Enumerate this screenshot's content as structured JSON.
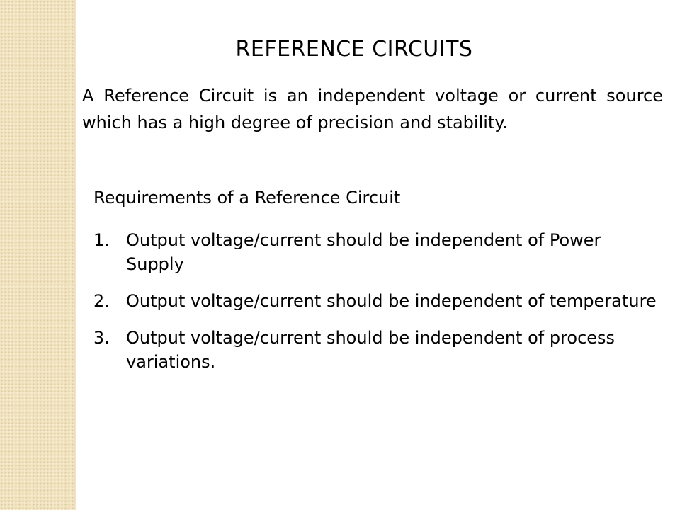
{
  "slide": {
    "title": "REFERENCE CIRCUITS",
    "definition": "A Reference Circuit is an independent voltage or current source  which has a high degree of precision and stability.",
    "requirements_heading": "Requirements of a Reference Circuit",
    "requirements": [
      {
        "number": "1.",
        "text": "Output voltage/current should be independent of Power Supply"
      },
      {
        "number": "2.",
        "text": "Output voltage/current should be independent of temperature"
      },
      {
        "number": "3.",
        "text": "Output voltage/current should be independent of process variations."
      }
    ]
  },
  "colors": {
    "background": "#ffffff",
    "side_strip": "#f1e3c0",
    "text": "#000000"
  }
}
